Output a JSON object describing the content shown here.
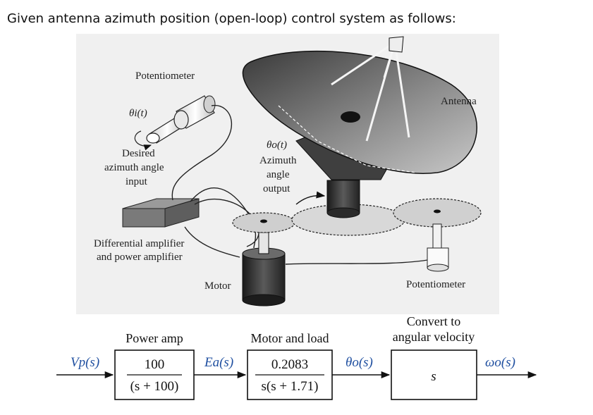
{
  "heading": "Given antenna azimuth position (open-loop) control system as follows:",
  "illustration": {
    "potentiometer_top": "Potentiometer",
    "theta_i": "θi(t)",
    "desired_1": "Desired",
    "desired_2": "azimuth angle",
    "desired_3": "input",
    "amp_1": "Differential amplifier",
    "amp_2": "and power amplifier",
    "motor": "Motor",
    "theta_o": "θo(t)",
    "azimuth_1": "Azimuth",
    "azimuth_2": "angle",
    "azimuth_3": "output",
    "antenna": "Antenna",
    "potentiometer_bottom": "Potentiometer"
  },
  "block_diagram": {
    "input_signal": "Vp(s)",
    "block1": {
      "title": "Power amp",
      "numerator": "100",
      "denominator": "(s + 100)"
    },
    "signal1": "Ea(s)",
    "block2": {
      "title": "Motor and load",
      "numerator": "0.2083",
      "denominator": "s(s + 1.71)"
    },
    "signal2": "θo(s)",
    "block3": {
      "title_1": "Convert to",
      "title_2": "angular velocity",
      "content": "s"
    },
    "output_signal": "ωo(s)"
  },
  "colors": {
    "signal_text": "#1f4fa0",
    "illustration_bg": "#efefef"
  }
}
